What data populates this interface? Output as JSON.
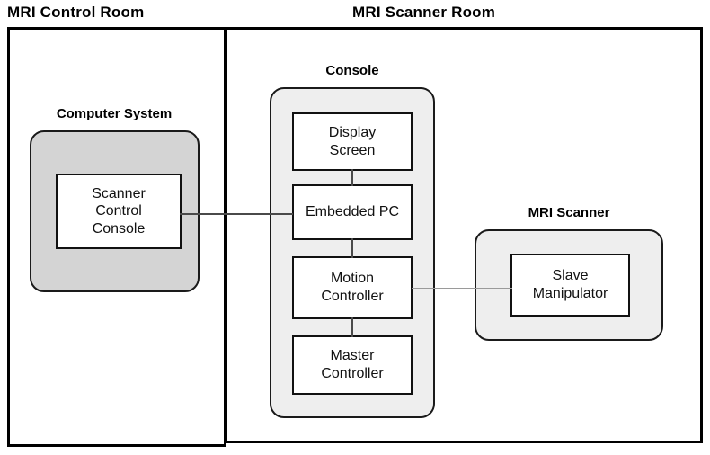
{
  "rooms": [
    {
      "id": "control",
      "title": "MRI Control Room"
    },
    {
      "id": "scanner",
      "title": "MRI Scanner Room"
    }
  ],
  "groups": [
    {
      "id": "computer-system",
      "caption": "Computer System",
      "fill": "#d4d4d4"
    },
    {
      "id": "console",
      "caption": "Console",
      "fill": "#eeeeee"
    },
    {
      "id": "mri-scanner",
      "caption": "MRI Scanner",
      "fill": "#eeeeee"
    }
  ],
  "nodes": [
    {
      "id": "scanner-control-console",
      "label": "Scanner\nControl\nConsole",
      "group": "computer-system"
    },
    {
      "id": "display-screen",
      "label": "Display\nScreen",
      "group": "console"
    },
    {
      "id": "embedded-pc",
      "label": "Embedded PC",
      "group": "console"
    },
    {
      "id": "motion-controller",
      "label": "Motion\nController",
      "group": "console"
    },
    {
      "id": "master-controller",
      "label": "Master\nController",
      "group": "console"
    },
    {
      "id": "slave-manipulator",
      "label": "Slave\nManipulator",
      "group": "mri-scanner"
    }
  ],
  "connections": [
    {
      "id": "scc-to-epc",
      "from": "scanner-control-console",
      "to": "embedded-pc",
      "style": "solid"
    },
    {
      "id": "ds-to-epc",
      "from": "display-screen",
      "to": "embedded-pc",
      "style": "solid"
    },
    {
      "id": "epc-to-mc",
      "from": "embedded-pc",
      "to": "motion-controller",
      "style": "solid"
    },
    {
      "id": "mc-to-masterc",
      "from": "motion-controller",
      "to": "master-controller",
      "style": "solid"
    },
    {
      "id": "mc-to-slave",
      "from": "motion-controller",
      "to": "slave-manipulator",
      "style": "faint"
    }
  ],
  "colors": {
    "outline": "#000000",
    "group_border": "#1a1a1a",
    "node_border": "#111111",
    "node_fill": "#ffffff",
    "connector": "#4a4a4a",
    "connector_faint": "#9a9a9a",
    "group_fill_dark": "#d4d4d4",
    "group_fill_light": "#eeeeee",
    "background": "#ffffff"
  }
}
